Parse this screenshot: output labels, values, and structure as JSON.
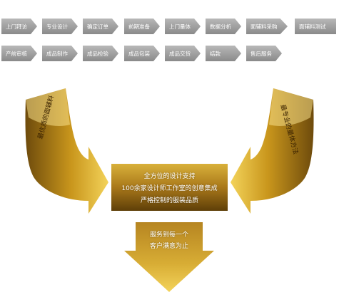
{
  "process_steps_row1": [
    "上门拜访",
    "专业设计",
    "确定订单",
    "前期准备",
    "上门量体",
    "数据分析",
    "面辅料采购",
    "面辅料测试"
  ],
  "process_steps_row2": [
    "产前审核",
    "成品制作",
    "成品检验",
    "成品包装",
    "成品交货",
    "结款",
    "售后服务"
  ],
  "left_arrow_text": "最优质的面辅料",
  "right_arrow_text": "最专业的量体方法",
  "center_box": {
    "line1": "全方位的设计支持",
    "line2": "100余家设计师工作室的创意集成",
    "line3": "严格控制的服装品质"
  },
  "bottom_arrow": {
    "line1": "服务到每一个",
    "line2": "客户满意为止"
  },
  "colors": {
    "step_gray": "#9a9a9a",
    "gold_light": "#f3d35a",
    "gold_mid": "#c9961c",
    "gold_dark": "#6b4a0a"
  }
}
